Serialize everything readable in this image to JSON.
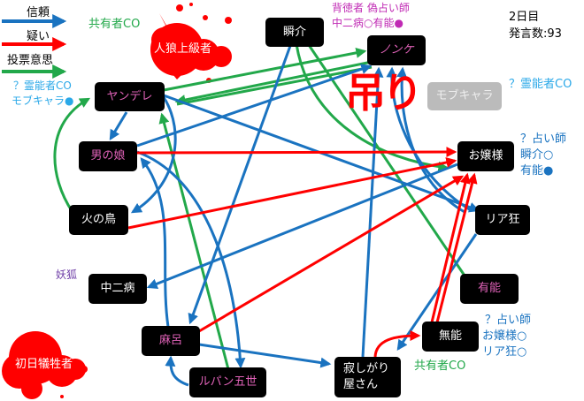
{
  "legend": {
    "trust": "信頼",
    "doubt": "疑い",
    "vote": "投票意思"
  },
  "colors": {
    "trust": "#1a73c0",
    "doubt": "#ff0000",
    "vote": "#22a84a"
  },
  "status": {
    "day": "2日目",
    "post_count": "発言数:93"
  },
  "hang_label": "吊り",
  "nodes": {
    "werewolf": "人狼上級者",
    "shunsuke": "瞬介",
    "nonke": "ノンケ",
    "yandere": "ヤンデレ",
    "otokonoko": "男の娘",
    "ojousama": "お嬢様",
    "hinotori": "火の鳥",
    "riakyou": "リア狂",
    "chuunibyou": "中二病",
    "yuunou": "有能",
    "maro": "麻呂",
    "munou": "無能",
    "first_victim": "初日犠牲者",
    "lupin": "ルパン五世",
    "sabishigari_1": "寂しがり",
    "sabishigari_2": "屋さん",
    "mobchara": "モブキャラ"
  },
  "annotations": {
    "werewolf_co": "共有者CO",
    "nonke_1": "背徳者 偽占い師",
    "nonke_2": "中二病○有能●",
    "yandere_1": "？霊能者CO",
    "yandere_2": "モブキャラ●",
    "mob_co": "？霊能者CO",
    "ojou_1": "？占い師",
    "ojou_2": "瞬介○",
    "ojou_3": "有能●",
    "fox": "妖狐",
    "munou_1": "？占い師",
    "munou_2": "お嬢様○",
    "munou_3": "リア狂○",
    "sabishi_co": "共有者CO"
  }
}
